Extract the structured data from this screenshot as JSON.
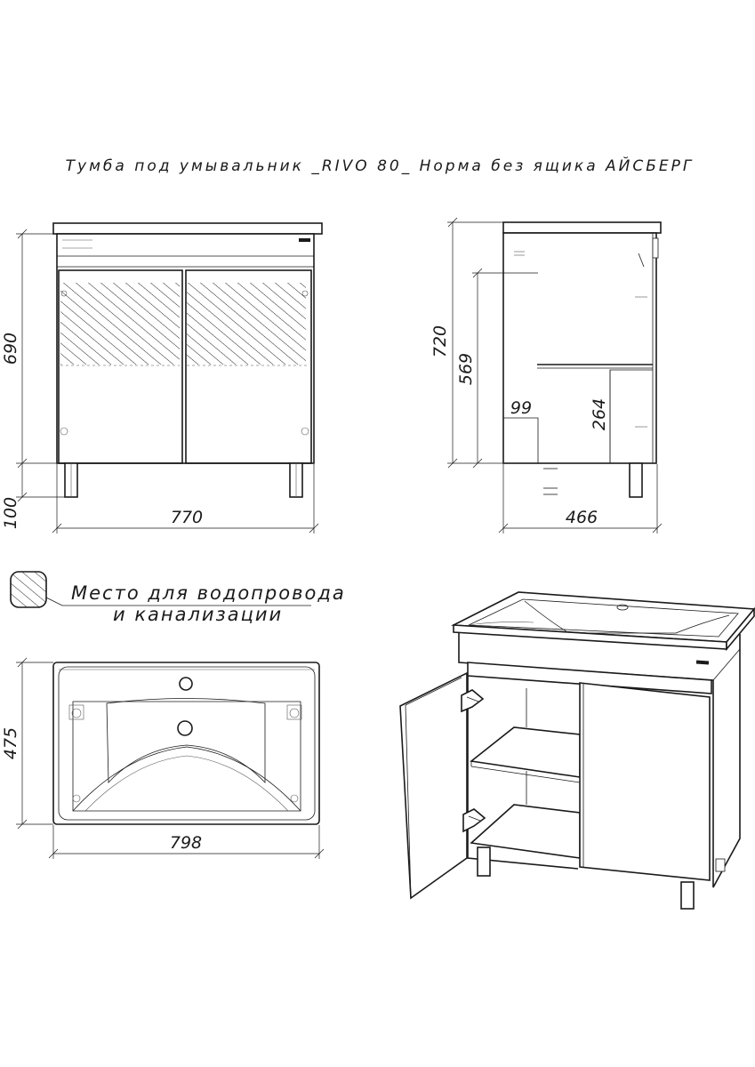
{
  "title": "Тумба под умывальник _RIVO 80_ Норма без ящика АЙСБЕРГ",
  "legend": {
    "line1": "Место для водопровода",
    "line2": "и канализации"
  },
  "dimensions": {
    "front_height": "690",
    "leg_height": "100",
    "front_width": "770",
    "side_total_height": "720",
    "side_opening_height": "569",
    "side_bottom_offset": "99",
    "side_shelf_height": "264",
    "side_depth": "466",
    "top_depth": "475",
    "top_width": "798"
  },
  "colors": {
    "line": "#1a1a1a",
    "background": "#ffffff"
  }
}
